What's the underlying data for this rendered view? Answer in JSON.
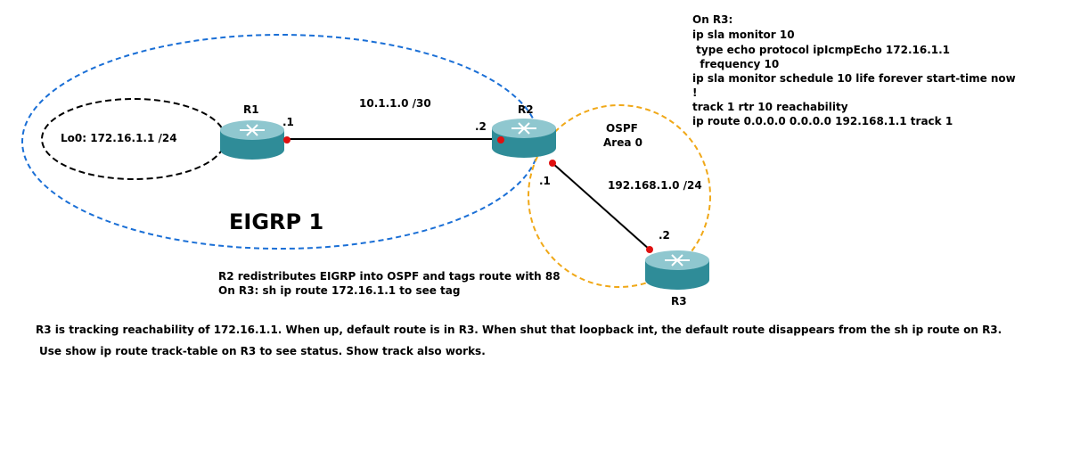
{
  "routers": {
    "r1": {
      "label": "R1",
      "iface_ip": ".1"
    },
    "r2": {
      "label": "R2",
      "iface_ip_left": ".2",
      "iface_ip_down": ".1"
    },
    "r3": {
      "label": "R3",
      "iface_ip": ".2"
    }
  },
  "loopback": {
    "label": "Lo0: 172.16.1.1 /24"
  },
  "links": {
    "r1_r2": {
      "subnet": "10.1.1.0 /30"
    },
    "r2_r3": {
      "subnet": "192.168.1.0 /24"
    }
  },
  "areas": {
    "eigrp": {
      "label": "EIGRP 1",
      "color": "#1a6fd6"
    },
    "ospf": {
      "label_line1": "OSPF",
      "label_line2": "Area 0",
      "color": "#f0a818"
    }
  },
  "config": {
    "lines": [
      "On R3:",
      "ip sla monitor 10",
      " type echo protocol ipIcmpEcho 172.16.1.1",
      "  frequency 10",
      "ip sla monitor schedule 10 life forever start-time now",
      "!",
      "track 1 rtr 10 reachability",
      "ip route 0.0.0.0 0.0.0.0 192.168.1.1 track 1"
    ]
  },
  "notes": {
    "redistribute_line1": "R2 redistributes EIGRP into OSPF and tags route with 88",
    "redistribute_line2": "On R3: sh ip route 172.16.1.1 to see tag",
    "tracking_line1": "R3 is tracking reachability of 172.16.1.1.  When up, default route is in R3.  When shut that loopback int, the default route disappears from the sh ip route on R3.",
    "tracking_line2": "Use show ip route track-table on R3 to see status.  Show track also works."
  },
  "colors": {
    "router_body": "#2f8c98",
    "router_top": "#8fc7cf",
    "interface_dot": "#e01010"
  }
}
